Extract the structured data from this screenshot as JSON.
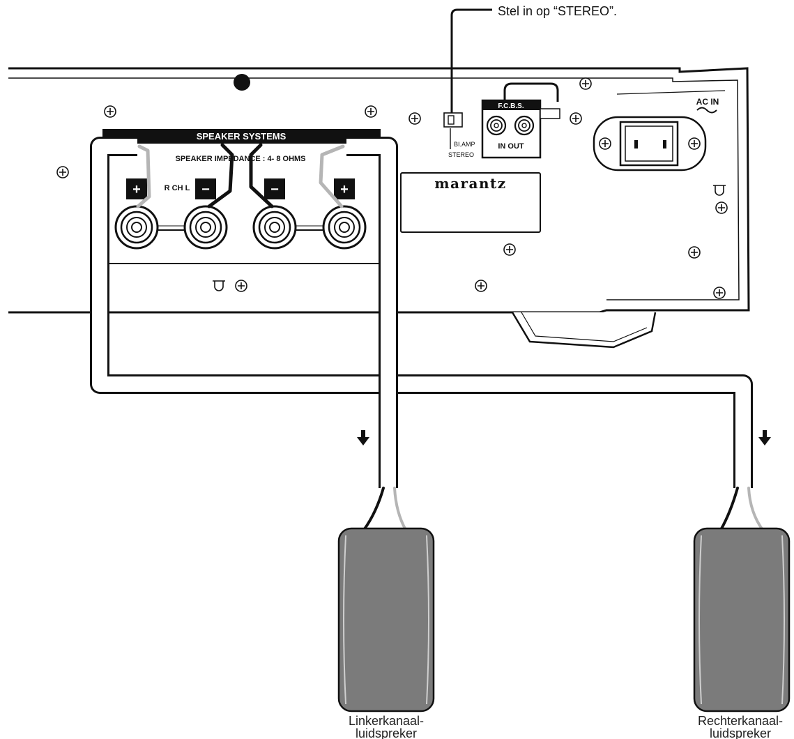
{
  "callout": {
    "instruction": "Stel in op “STEREO”."
  },
  "panel": {
    "speaker_systems_title": "SPEAKER SYSTEMS",
    "impedance_text": "SPEAKER IMPEDANCE : 4- 8 OHMS",
    "channel_label": "R CH L",
    "plus_sign": "+",
    "minus_sign": "−",
    "switch_labels": {
      "biamp": "BI.AMP",
      "stereo": "STEREO"
    },
    "fcbs": {
      "title": "F.C.B.S.",
      "io_label": "IN OUT"
    },
    "brand": "marantz",
    "ac_in_label": "AC IN"
  },
  "speakers": [
    {
      "line1": "Linkerkanaal-",
      "line2": "luidspreker"
    },
    {
      "line1": "Rechterkanaal-",
      "line2": "luidspreker"
    }
  ],
  "colors": {
    "outline": "#111111",
    "speaker_body": "#7b7b7b",
    "wire_dark": "#111111",
    "wire_light": "#b5b5b5"
  }
}
